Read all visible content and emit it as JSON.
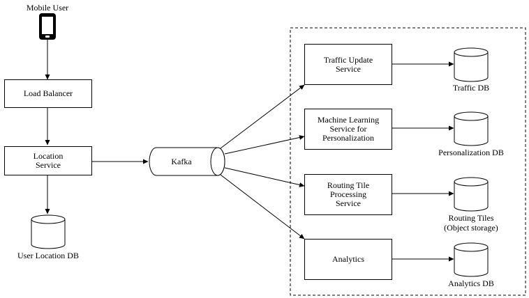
{
  "mobile_user": {
    "label": "Mobile User",
    "icon": "mobile-phone-icon"
  },
  "load_balancer": {
    "label": "Load Balancer"
  },
  "location_service": {
    "line1": "Location",
    "line2": "Service"
  },
  "user_location_db": {
    "label": "User Location DB"
  },
  "kafka": {
    "label": "Kafka"
  },
  "traffic_update_service": {
    "line1": "Traffic Update",
    "line2": "Service"
  },
  "ml_service": {
    "line1": "Machine Learning",
    "line2": "Service for",
    "line3": "Personalization"
  },
  "routing_tile_service": {
    "line1": "Routing Tile",
    "line2": "Processing",
    "line3": "Service"
  },
  "analytics": {
    "label": "Analytics"
  },
  "traffic_db": {
    "label": "Traffic DB"
  },
  "personalization_db": {
    "label": "Personalization DB"
  },
  "routing_tiles": {
    "line1": "Routing Tiles",
    "line2": "(Object storage)"
  },
  "analytics_db": {
    "label": "Analytics DB"
  }
}
